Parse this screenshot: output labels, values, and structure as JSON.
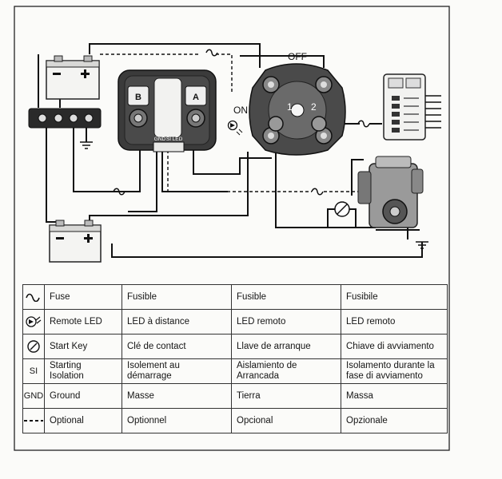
{
  "diagram": {
    "switch_off": "OFF",
    "switch_on": "ON",
    "switch_pos_1": "1",
    "switch_pos_2": "2",
    "relay_terminal_a": "A",
    "relay_terminal_b": "B",
    "relay_pin_gnd": "GND",
    "relay_pin_si": "SI",
    "relay_pin_led": "LED"
  },
  "legend": {
    "rows": [
      {
        "symbol": "fuse-icon",
        "symbol_text": "",
        "en": "Fuse",
        "fr": "Fusible",
        "es": "Fusible",
        "it": "Fusibile"
      },
      {
        "symbol": "remote-led-icon",
        "symbol_text": "",
        "en": "Remote LED",
        "fr": "LED à distance",
        "es": "LED remoto",
        "it": "LED remoto"
      },
      {
        "symbol": "start-key-icon",
        "symbol_text": "",
        "en": "Start Key",
        "fr": "Clé de contact",
        "es": "Llave de arranque",
        "it": "Chiave di avviamento"
      },
      {
        "symbol": "text",
        "symbol_text": "SI",
        "en": "Starting Isolation",
        "fr": "Isolement au démarrage",
        "es": "Aislamiento de Arrancada",
        "it": "Isolamento durante la fase di avviamento"
      },
      {
        "symbol": "text",
        "symbol_text": "GND",
        "en": "Ground",
        "fr": "Masse",
        "es": "Tierra",
        "it": "Massa"
      },
      {
        "symbol": "dashed-line-icon",
        "symbol_text": "",
        "en": "Optional",
        "fr": "Optionnel",
        "es": "Opcional",
        "it": "Opzionale"
      }
    ]
  }
}
